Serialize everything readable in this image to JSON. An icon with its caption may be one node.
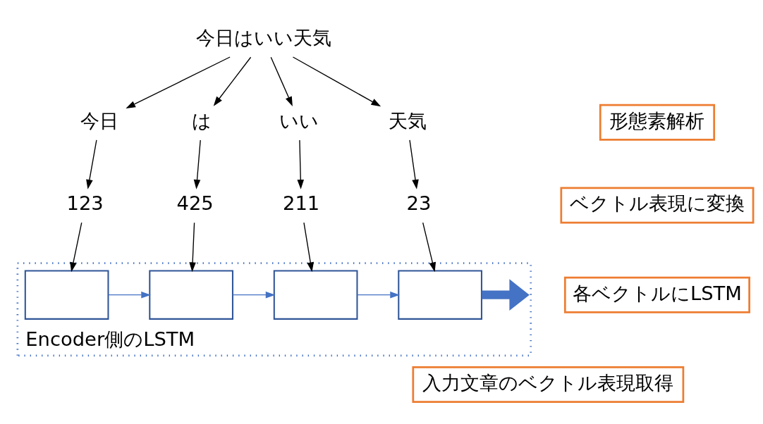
{
  "diagram": {
    "nodes": [
      {
        "text": [
          "今日はいい天気"
        ]
      },
      {
        "text": [
          "今日"
        ]
      },
      {
        "text": [
          "は"
        ]
      },
      {
        "text": [
          "いい"
        ]
      },
      {
        "text": [
          "天気"
        ]
      },
      {
        "text": [
          "123"
        ]
      },
      {
        "text": [
          "425"
        ]
      },
      {
        "text": [
          "211"
        ]
      },
      {
        "text": [
          "23"
        ]
      },
      {
        "text": [
          "Encoder側のLSTM"
        ]
      },
      {
        "text": [],
        "shape": "box",
        "in": 9
      },
      {
        "text": [],
        "shape": "box",
        "in": 9
      },
      {
        "text": [],
        "shape": "box",
        "in": 9
      },
      {
        "text": [],
        "shape": "box",
        "in": 9
      },
      {
        "text": [
          "入力文章のベクトル表現取得"
        ]
      },
      {
        "text": [
          "形態素解析"
        ]
      },
      {
        "text": [
          "ベクトル表現に変換"
        ]
      },
      {
        "text": [
          "各ベクトルにLSTM"
        ]
      }
    ],
    "edges": [
      {
        "from": 0,
        "to": 1,
        "arrow": "to"
      },
      {
        "from": 0,
        "to": 2,
        "arrow": "to"
      },
      {
        "from": 0,
        "to": 3,
        "arrow": "to"
      },
      {
        "from": 0,
        "to": 4,
        "arrow": "to"
      },
      {
        "from": 1,
        "to": 5,
        "arrow": "to"
      },
      {
        "from": 2,
        "to": 6,
        "arrow": "to"
      },
      {
        "from": 3,
        "to": 7,
        "arrow": "to"
      },
      {
        "from": 4,
        "to": 8,
        "arrow": "to"
      },
      {
        "from": 5,
        "to": 10,
        "arrow": "to"
      },
      {
        "from": 6,
        "to": 11,
        "arrow": "to"
      },
      {
        "from": 7,
        "to": 12,
        "arrow": "to"
      },
      {
        "from": 8,
        "to": 13,
        "arrow": "to"
      },
      {
        "from": 10,
        "to": 11,
        "arrow": "to",
        "color": "#4472c4"
      },
      {
        "from": 11,
        "to": 12,
        "arrow": "to",
        "color": "#4472c4"
      },
      {
        "from": 12,
        "to": 13,
        "arrow": "to",
        "color": "#4472c4"
      },
      {
        "from": 13,
        "to": null,
        "arrow": "to",
        "style": "thick",
        "color": "#4472c4"
      }
    ]
  }
}
